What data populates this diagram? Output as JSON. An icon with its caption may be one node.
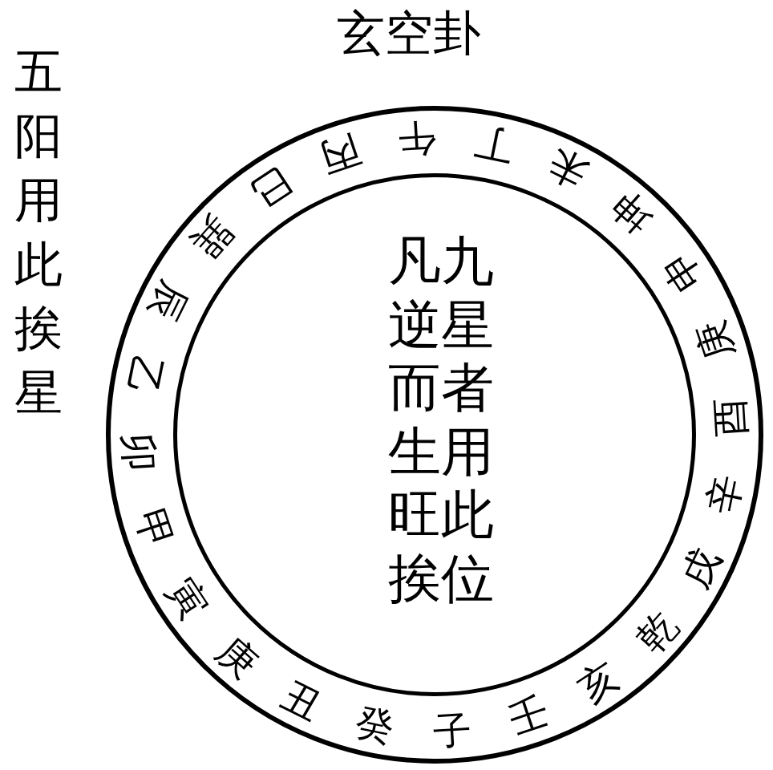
{
  "diagram": {
    "title": "玄空卦",
    "nodes": [
      {
        "text": [
          "凡九逆星而者生用旺此挨位",
          "子",
          "癸",
          "丑",
          "庚",
          "寅",
          "甲",
          "卯",
          "乙",
          "辰",
          "巽",
          "巳",
          "丙",
          "午",
          "丁",
          "未",
          "坤",
          "申",
          "庚",
          "酉",
          "辛",
          "戌",
          "乾",
          "亥",
          "壬"
        ]
      }
    ],
    "labels": [
      "五阳用此挨星"
    ]
  }
}
